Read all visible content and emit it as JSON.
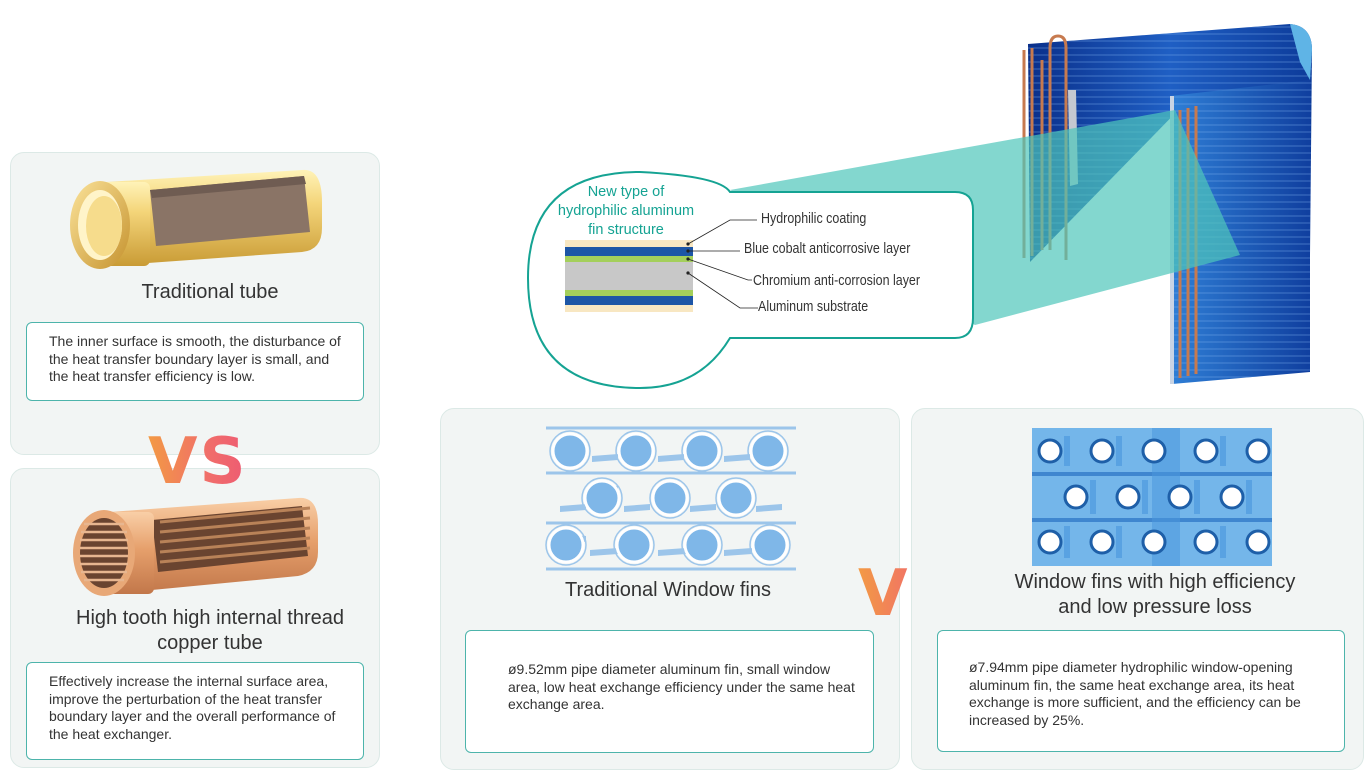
{
  "traditional_tube": {
    "title": "Traditional tube",
    "description": "The inner surface is smooth, the disturbance of the heat transfer boundary layer is small, and the heat transfer efficiency is low."
  },
  "vs_label": "VS",
  "thread_tube": {
    "title_line1": "High tooth high internal thread",
    "title_line2": "copper tube",
    "description": "Effectively increase the internal surface area, improve the perturbation of the heat transfer boundary layer and the overall performance of the heat exchanger."
  },
  "fin_structure": {
    "title_line1": "New type of",
    "title_line2": "hydrophilic aluminum",
    "title_line3": "fin structure",
    "layers": [
      "Hydrophilic coating",
      "Blue cobalt anticorrosive layer",
      "Chromium anti-corrosion layer",
      "Aluminum substrate"
    ],
    "colors": {
      "accent": "#15a393",
      "coating": "#f8e7c2",
      "cobalt": "#1d56a6",
      "chromium": "#a4cf5b",
      "aluminum": "#c8c8c8"
    }
  },
  "traditional_fins": {
    "title": "Traditional Window fins",
    "description": "ø9.52mm pipe diameter aluminum fin, small window area, low heat exchange efficiency under the same heat exchange area."
  },
  "efficient_fins": {
    "title_line1": "Window fins with high efficiency",
    "title_line2": "and low pressure loss",
    "description": "ø7.94mm pipe diameter hydrophilic window-opening aluminum fin, the same heat exchange area, its heat exchange is more sufficient, and the efficiency can be increased by 25%."
  }
}
